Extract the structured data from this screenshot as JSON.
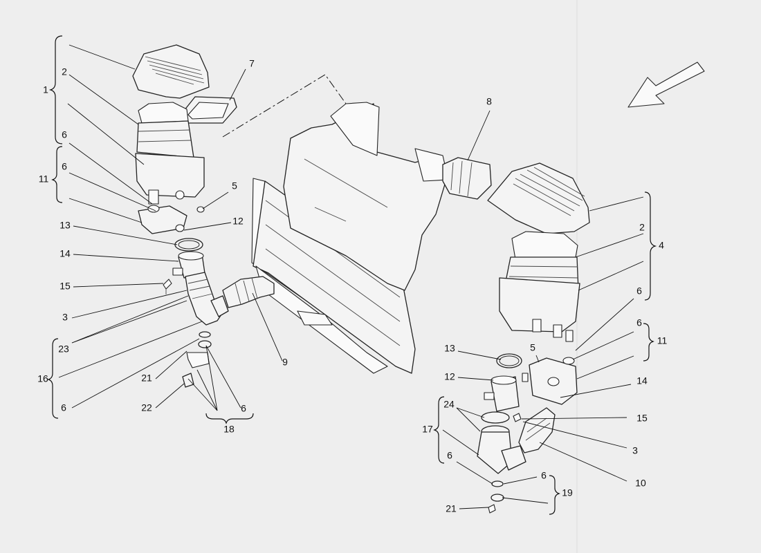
{
  "diagram": {
    "callouts": {
      "c1": "1",
      "c2_left": "2",
      "c6_left_a": "6",
      "c11_left": "11",
      "c6_left_b": "6",
      "c7": "7",
      "c5_left": "5",
      "c12_left": "12",
      "c13_left": "13",
      "c14_left": "14",
      "c15_left": "15",
      "c3_left": "3",
      "c23": "23",
      "c16": "16",
      "c6_left_c": "6",
      "c21_left": "21",
      "c22": "22",
      "c6_left_d": "6",
      "c18": "18",
      "c9": "9",
      "c8": "8",
      "c2_right": "2",
      "c4": "4",
      "c6_right_a": "6",
      "c6_right_b": "6",
      "c11_right": "11",
      "c5_right": "5",
      "c13_right": "13",
      "c12_right": "12",
      "c14_right": "14",
      "c24": "24",
      "c17": "17",
      "c15_right": "15",
      "c3_right": "3",
      "c6_right_c": "6",
      "c6_right_d": "6",
      "c10": "10",
      "c19": "19",
      "c21_right": "21"
    },
    "direction_arrow": "arrow-icon"
  }
}
